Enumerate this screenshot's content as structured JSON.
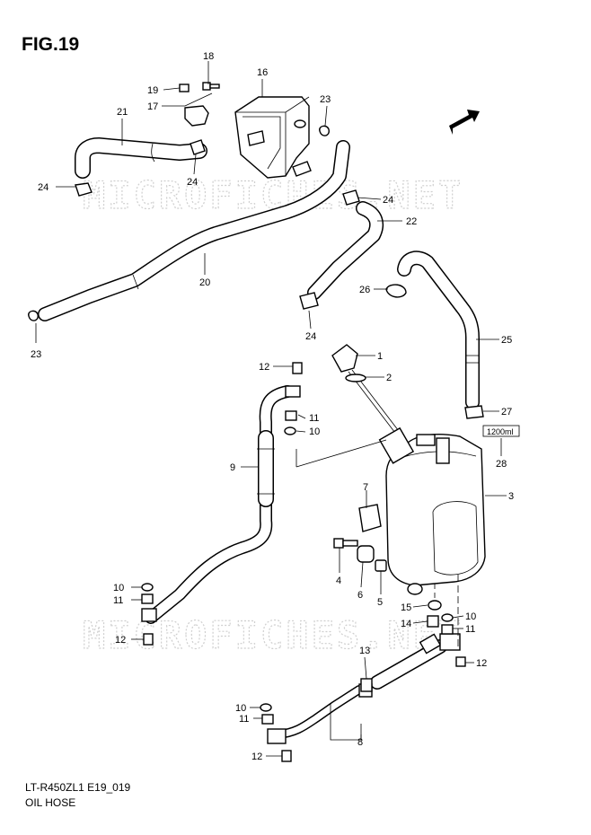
{
  "figure": {
    "title": "FIG.19",
    "model_code": "LT-R450ZL1 E19_019",
    "name": "OIL HOSE"
  },
  "watermark": "MICROFICHES.NET",
  "fwd_label": "FWD",
  "capacity_label": "1200ml",
  "callouts": [
    {
      "id": "c1",
      "text": "1"
    },
    {
      "id": "c2",
      "text": "2"
    },
    {
      "id": "c3",
      "text": "3"
    },
    {
      "id": "c4",
      "text": "4"
    },
    {
      "id": "c5",
      "text": "5"
    },
    {
      "id": "c6",
      "text": "6"
    },
    {
      "id": "c7",
      "text": "7"
    },
    {
      "id": "c8",
      "text": "8"
    },
    {
      "id": "c9",
      "text": "9"
    },
    {
      "id": "c10a",
      "text": "10"
    },
    {
      "id": "c10b",
      "text": "10"
    },
    {
      "id": "c10c",
      "text": "10"
    },
    {
      "id": "c10d",
      "text": "10"
    },
    {
      "id": "c11a",
      "text": "11"
    },
    {
      "id": "c11b",
      "text": "11"
    },
    {
      "id": "c11c",
      "text": "11"
    },
    {
      "id": "c11d",
      "text": "11"
    },
    {
      "id": "c12a",
      "text": "12"
    },
    {
      "id": "c12b",
      "text": "12"
    },
    {
      "id": "c12c",
      "text": "12"
    },
    {
      "id": "c12d",
      "text": "12"
    },
    {
      "id": "c13",
      "text": "13"
    },
    {
      "id": "c14",
      "text": "14"
    },
    {
      "id": "c15",
      "text": "15"
    },
    {
      "id": "c16",
      "text": "16"
    },
    {
      "id": "c17",
      "text": "17"
    },
    {
      "id": "c18",
      "text": "18"
    },
    {
      "id": "c19",
      "text": "19"
    },
    {
      "id": "c20",
      "text": "20"
    },
    {
      "id": "c21",
      "text": "21"
    },
    {
      "id": "c22",
      "text": "22"
    },
    {
      "id": "c23a",
      "text": "23"
    },
    {
      "id": "c23b",
      "text": "23"
    },
    {
      "id": "c24a",
      "text": "24"
    },
    {
      "id": "c24b",
      "text": "24"
    },
    {
      "id": "c24c",
      "text": "24"
    },
    {
      "id": "c24d",
      "text": "24"
    },
    {
      "id": "c25",
      "text": "25"
    },
    {
      "id": "c26",
      "text": "26"
    },
    {
      "id": "c27",
      "text": "27"
    },
    {
      "id": "c28",
      "text": "28"
    }
  ]
}
